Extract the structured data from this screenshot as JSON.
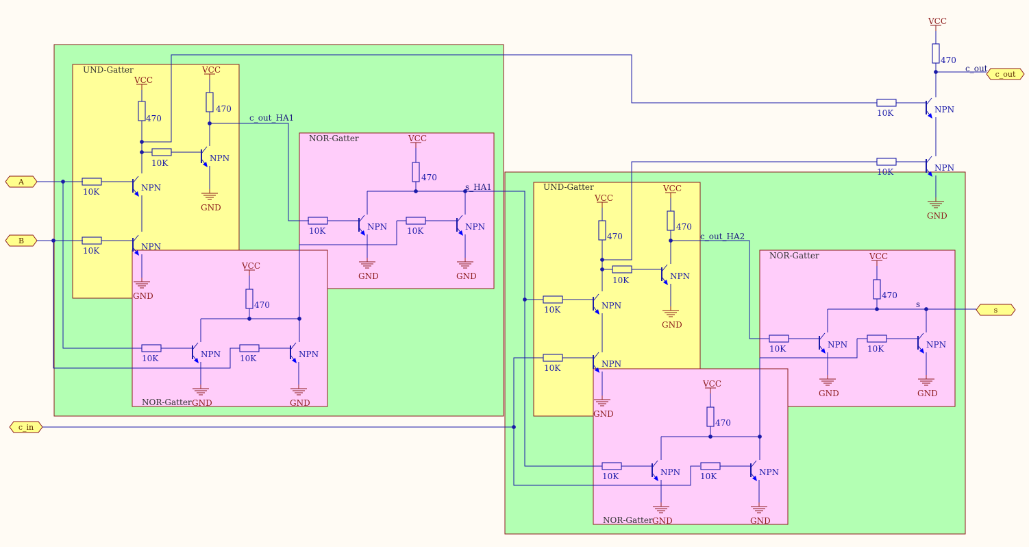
{
  "ports": {
    "a": "A",
    "b": "B",
    "c_in": "c_in",
    "c_out": "c_out",
    "s": "s"
  },
  "blocks": {
    "und": "UND-Gatter",
    "nor": "NOR-Gatter"
  },
  "parts": {
    "vcc": "VCC",
    "gnd": "GND",
    "r_load": "470",
    "r_base": "10K",
    "npn": "NPN"
  },
  "nets": {
    "c_out_ha1": "c_out_HA1",
    "s_ha1": "s_HA1",
    "c_out_ha2": "c_out_HA2",
    "c_out": "c_out",
    "s": "s"
  },
  "colors": {
    "background": "#fffbf4",
    "wire": "#1a1aa8",
    "supply": "#8b1a1a",
    "half_adder_fill": "#b3ffb3",
    "und_fill": "#ffff99",
    "nor_fill": "#ffcdfa",
    "port_fill": "#ffff8c",
    "emitter_arrow": "#0000ff"
  }
}
